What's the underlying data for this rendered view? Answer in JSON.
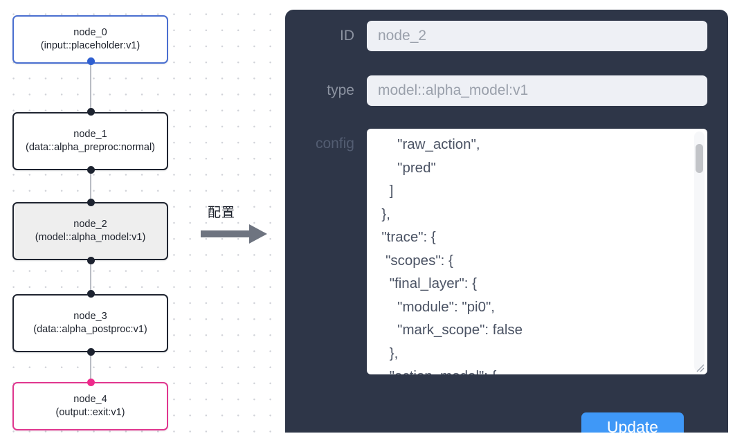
{
  "canvas": {
    "nodes": [
      {
        "id": "node_0",
        "type": "(input::placeholder:v1)",
        "variant": "blue",
        "selected": false
      },
      {
        "id": "node_1",
        "type": "(data::alpha_preproc:normal)",
        "variant": "dark",
        "selected": false
      },
      {
        "id": "node_2",
        "type": "(model::alpha_model:v1)",
        "variant": "dark",
        "selected": true
      },
      {
        "id": "node_3",
        "type": "(data::alpha_postproc:v1)",
        "variant": "dark",
        "selected": false
      },
      {
        "id": "node_4",
        "type": "(output::exit:v1)",
        "variant": "pink",
        "selected": false
      }
    ]
  },
  "arrow": {
    "label": "配置"
  },
  "panel": {
    "fields": [
      {
        "label": "ID",
        "value": "node_2"
      },
      {
        "label": "type",
        "value": "model::alpha_model:v1"
      }
    ],
    "config_label": "config",
    "config_value": "      \"raw_action\",\n      \"pred\"\n    ]\n  },\n  \"trace\": {\n   \"scopes\": {\n    \"final_layer\": {\n      \"module\": \"pi0\",\n      \"mark_scope\": false\n    },\n    \"action_model\": {",
    "update_label": "Update"
  },
  "colors": {
    "panel_bg": "#2e3648",
    "accent_button": "#3f98f7",
    "node_blue": "#4a6fd0",
    "node_pink": "#e0368f",
    "node_dark": "#1f2430",
    "node_selected_fill": "#eeeeee",
    "edge": "#b9bcc4",
    "input_bg": "#eef0f5",
    "input_text": "#9aa0ab"
  }
}
